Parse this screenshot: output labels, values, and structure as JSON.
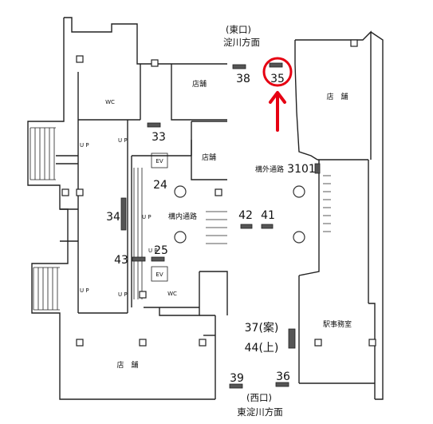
{
  "directions": {
    "east_exit": "(東口)",
    "east_dest": "淀川方面",
    "west_exit": "(西口)",
    "west_dest": "東淀川方面"
  },
  "rooms": {
    "shop_top": "店舗",
    "shop_mid": "店舗",
    "shop_right": "店　舗",
    "shop_bottom": "店　舗",
    "wc_top": "WC",
    "wc_bottom": "WC",
    "ev_top": "EV",
    "ev_bottom": "EV",
    "inner_passage": "構内通路",
    "outer_passage": "構外通路",
    "station_office": "駅事務室"
  },
  "stairs": {
    "up1": "U P",
    "up2": "U P",
    "up3": "U P",
    "up4": "U P",
    "up5": "U P",
    "up6": "U P"
  },
  "markers": {
    "m38": "38",
    "m35": "35",
    "m33": "33",
    "m24": "24",
    "m34": "34",
    "m42": "42",
    "m41": "41",
    "m3101": "3101",
    "m43": "43",
    "m25": "25",
    "m37": "37(案)",
    "m44": "44(上)",
    "m39": "39",
    "m36": "36"
  },
  "highlight": {
    "marker": "35",
    "color": "#e60012"
  }
}
